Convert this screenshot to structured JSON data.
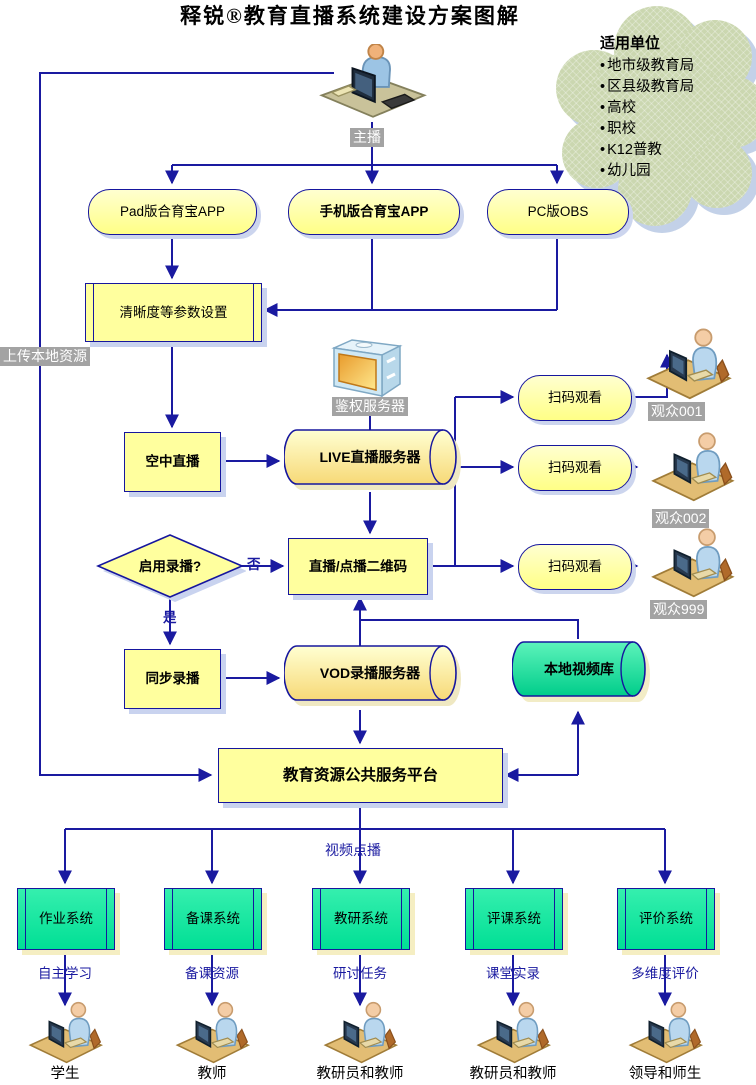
{
  "title": "释锐®教育直播系统建设方案图解",
  "cloud": {
    "title": "适用单位",
    "items": [
      "地市级教育局",
      "区县级教育局",
      "高校",
      "职校",
      "K12普教",
      "幼儿园"
    ]
  },
  "labels": {
    "bullet": "•",
    "anchor": "主播",
    "upload": "上传本地资源",
    "auth_server": "鉴权服务器",
    "no": "否",
    "yes": "是",
    "vod_play": "视频点播",
    "viewers": [
      "观众001",
      "观众002",
      "观众999"
    ],
    "outputs": [
      "自主学习",
      "备课资源",
      "研讨任务",
      "课堂实录",
      "多维度评价"
    ],
    "roles": [
      "学生",
      "教师",
      "教研员和教师",
      "教研员和教师",
      "领导和师生"
    ]
  },
  "nodes": {
    "pad_app": "Pad版合育宝APP",
    "phone_app": "手机版合育宝APP",
    "pc_obs": "PC版OBS",
    "params": "清晰度等参数设置",
    "air_live": "空中直播",
    "live_server": "LIVE直播服务器",
    "qr": "直播/点播二维码",
    "record_q": "启用录播?",
    "sync_record": "同步录播",
    "vod_server": "VOD录播服务器",
    "local_lib": "本地视频库",
    "scan": "扫码观看",
    "platform": "教育资源公共服务平台",
    "systems": [
      "作业系统",
      "备课系统",
      "教研系统",
      "评课系统",
      "评价系统"
    ]
  },
  "colors": {
    "line": "#1a1aa0",
    "node_yellow": "#ffff9e",
    "node_green": "#00df95",
    "shadow_blue": "#c9d3ef",
    "shadow_yellow": "#f5eec2",
    "tag_gray": "#a3a3a3",
    "cloud_green": "#cbd7b0"
  }
}
